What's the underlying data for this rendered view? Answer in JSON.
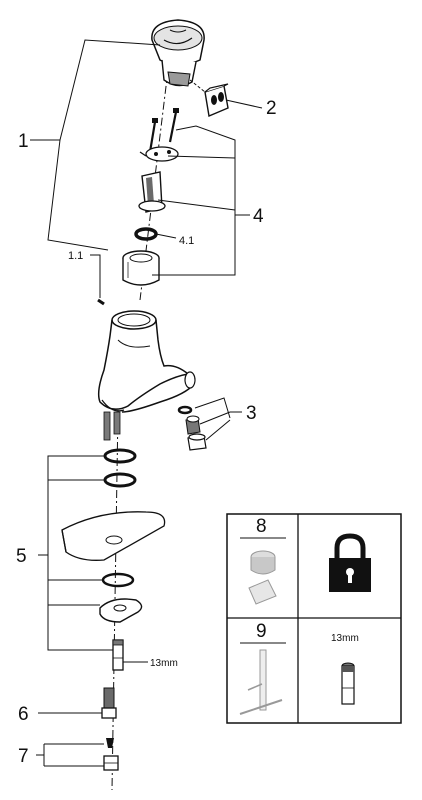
{
  "callouts": {
    "c1": "1",
    "c1_1": "1.1",
    "c2": "2",
    "c3": "3",
    "c4": "4",
    "c4_1": "4.1",
    "c5": "5",
    "c6": "6",
    "c7": "7"
  },
  "dimension_label": "13mm",
  "tool_table": {
    "row1": {
      "number": "8",
      "lock_icon": "padlock-icon"
    },
    "row2": {
      "number": "9",
      "dimension": "13mm"
    }
  },
  "colors": {
    "line": "#111111",
    "part_fill": "#ffffff",
    "shade": "#8a8a8a",
    "light_shade": "#c8c8c8"
  }
}
